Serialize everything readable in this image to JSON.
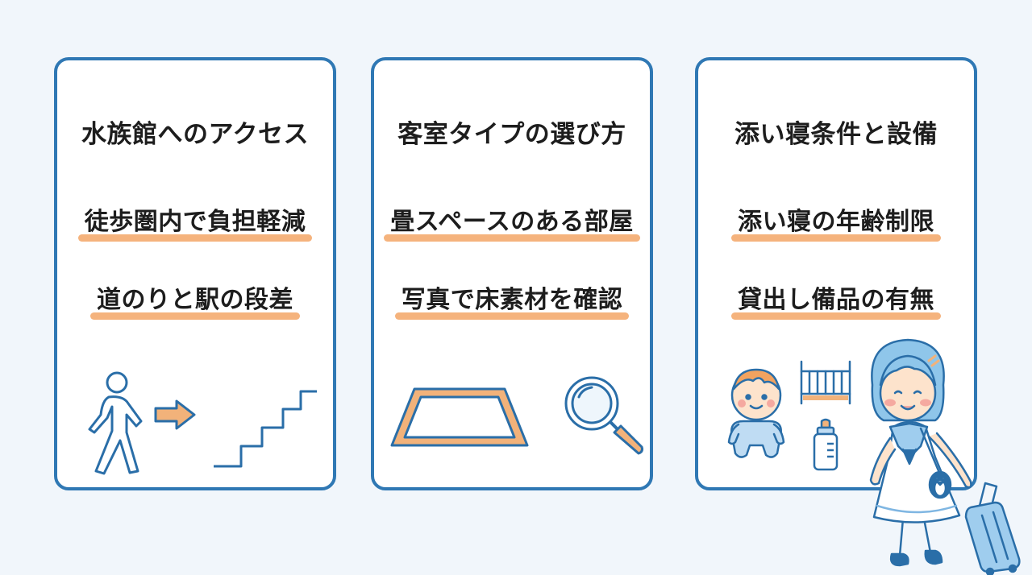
{
  "cards": [
    {
      "title": "水族館へのアクセス",
      "points": [
        "徒歩圏内で負担軽減",
        "道のりと駅の段差"
      ],
      "icons": [
        "walking-person-icon",
        "right-arrow-icon",
        "stairs-icon"
      ]
    },
    {
      "title": "客室タイプの選び方",
      "points": [
        "畳スペースのある部屋",
        "写真で床素材を確認"
      ],
      "icons": [
        "tatami-floor-icon",
        "magnifying-glass-icon"
      ]
    },
    {
      "title": "添い寝条件と設備",
      "points": [
        "添い寝の年齢制限",
        "貸出し備品の有無"
      ],
      "icons": [
        "baby-icon",
        "crib-icon",
        "baby-bottle-icon"
      ]
    }
  ],
  "mascot": "girl-with-suitcase-illustration",
  "colors": {
    "background": "#f1f6fb",
    "card_border": "#2f78b4",
    "highlight": "#f5b37d",
    "icon_line": "#2a6ea8",
    "icon_fill": "#f2b27a"
  }
}
